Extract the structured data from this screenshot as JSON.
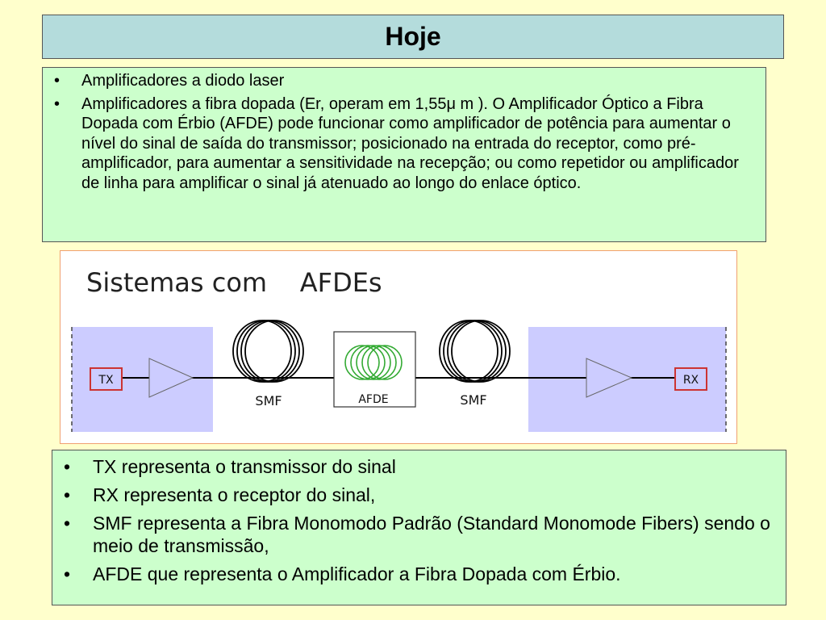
{
  "title": "Hoje",
  "top_list": [
    {
      "prefix": "Amplificadores a diodo laser",
      "mu": "",
      "suffix": ""
    },
    {
      "prefix": "Amplificadores a fibra dopada (Er, operam em 1,55",
      "mu": "μ",
      "suffix": " m ). O Amplificador Óptico a Fibra Dopada com Érbio (AFDE) pode funcionar como amplificador de potência para aumentar o nível do sinal de saída do transmissor; posicionado na entrada do receptor, como pré-amplificador, para aumentar a sensitividade na recepção; ou como repetidor ou amplificador de linha para amplificar o sinal já atenuado ao longo do enlace óptico."
    }
  ],
  "diagram": {
    "heading": "Sistemas com    AFDEs",
    "tx_label": "TX",
    "rx_label": "RX",
    "smf_left_label": "SMF",
    "afde_label": "AFDE",
    "smf_right_label": "SMF",
    "colors": {
      "side_panel": "#ccccff",
      "amplifier": "#ccccff",
      "afde_coil": "#33aa33",
      "fiber": "#000000"
    }
  },
  "bottom_list": [
    "TX representa o transmissor do sinal",
    "RX representa o receptor do sinal,",
    "SMF representa a Fibra Monomodo Padrão (Standard Monomode Fibers) sendo o meio de transmissão,",
    "AFDE que representa o Amplificador a Fibra Dopada com Érbio."
  ],
  "bullet_char": "•"
}
